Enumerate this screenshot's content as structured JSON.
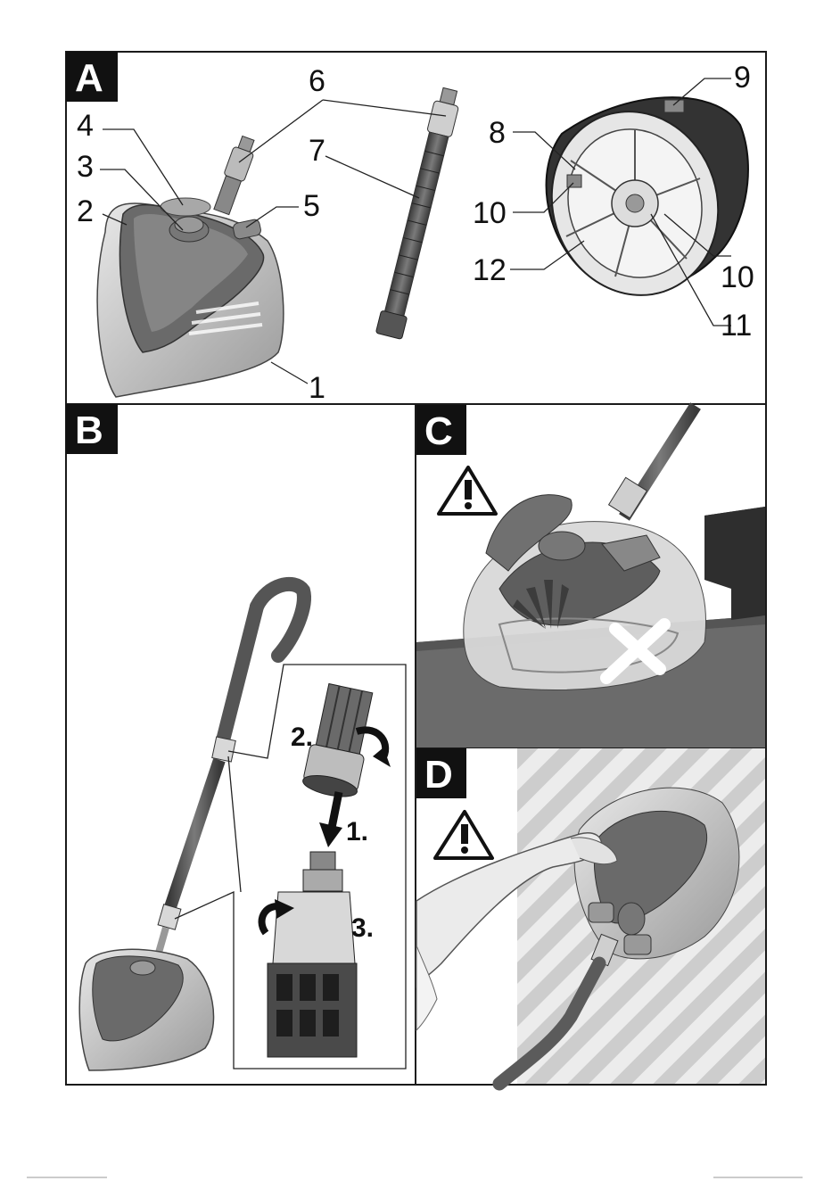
{
  "panels": {
    "a": {
      "label": "A"
    },
    "b": {
      "label": "B"
    },
    "c": {
      "label": "C"
    },
    "d": {
      "label": "D"
    }
  },
  "callouts_a": {
    "n1": "1",
    "n2": "2",
    "n3": "3",
    "n4": "4",
    "n5": "5",
    "n6": "6",
    "n7": "7",
    "n8": "8",
    "n9": "9",
    "n10a": "10",
    "n10b": "10",
    "n11": "11",
    "n12": "12"
  },
  "steps_b": {
    "s1": "1.",
    "s2": "2.",
    "s3": "3."
  },
  "colors": {
    "frame": "#1a1a1a",
    "device_dark": "#5e5e5e",
    "device_mid": "#8c8c8c",
    "device_light": "#d6d6d6",
    "wall": "#6b6b6b",
    "hatch_bg": "#c9c9c9"
  },
  "icons": [
    "warning-triangle-icon",
    "rotate-arrow-icon",
    "down-arrow-icon",
    "prohibited-cross-icon"
  ]
}
